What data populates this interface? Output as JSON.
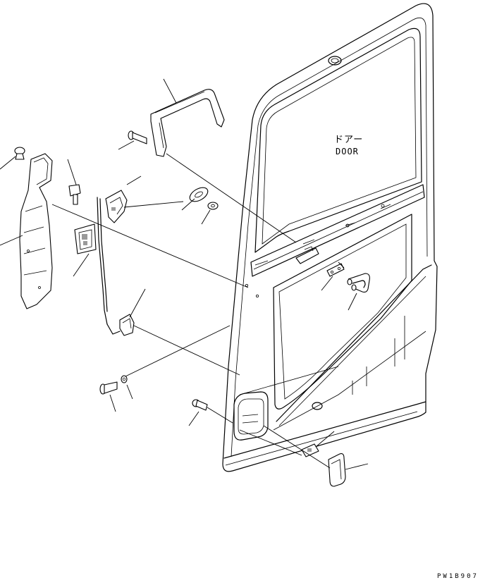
{
  "labels": {
    "door_japanese": "ドアー",
    "door_english": "DOOR",
    "drawing_code": "PW1B907"
  },
  "parts": [
    {
      "name": "upper-grab-handle"
    },
    {
      "name": "handle-bolt"
    },
    {
      "name": "door-seal-trim"
    },
    {
      "name": "trim-clip"
    },
    {
      "name": "lock-bolt"
    },
    {
      "name": "door-lock-assembly"
    },
    {
      "name": "latch-striker-upper"
    },
    {
      "name": "lock-rod"
    },
    {
      "name": "rubber-stopper"
    },
    {
      "name": "washer"
    },
    {
      "name": "striker-plate"
    },
    {
      "name": "u-bolt"
    },
    {
      "name": "lower-latch"
    },
    {
      "name": "lower-bolt"
    },
    {
      "name": "small-washer"
    },
    {
      "name": "outer-handle-bolt"
    },
    {
      "name": "catch-bracket"
    },
    {
      "name": "end-cap"
    }
  ]
}
